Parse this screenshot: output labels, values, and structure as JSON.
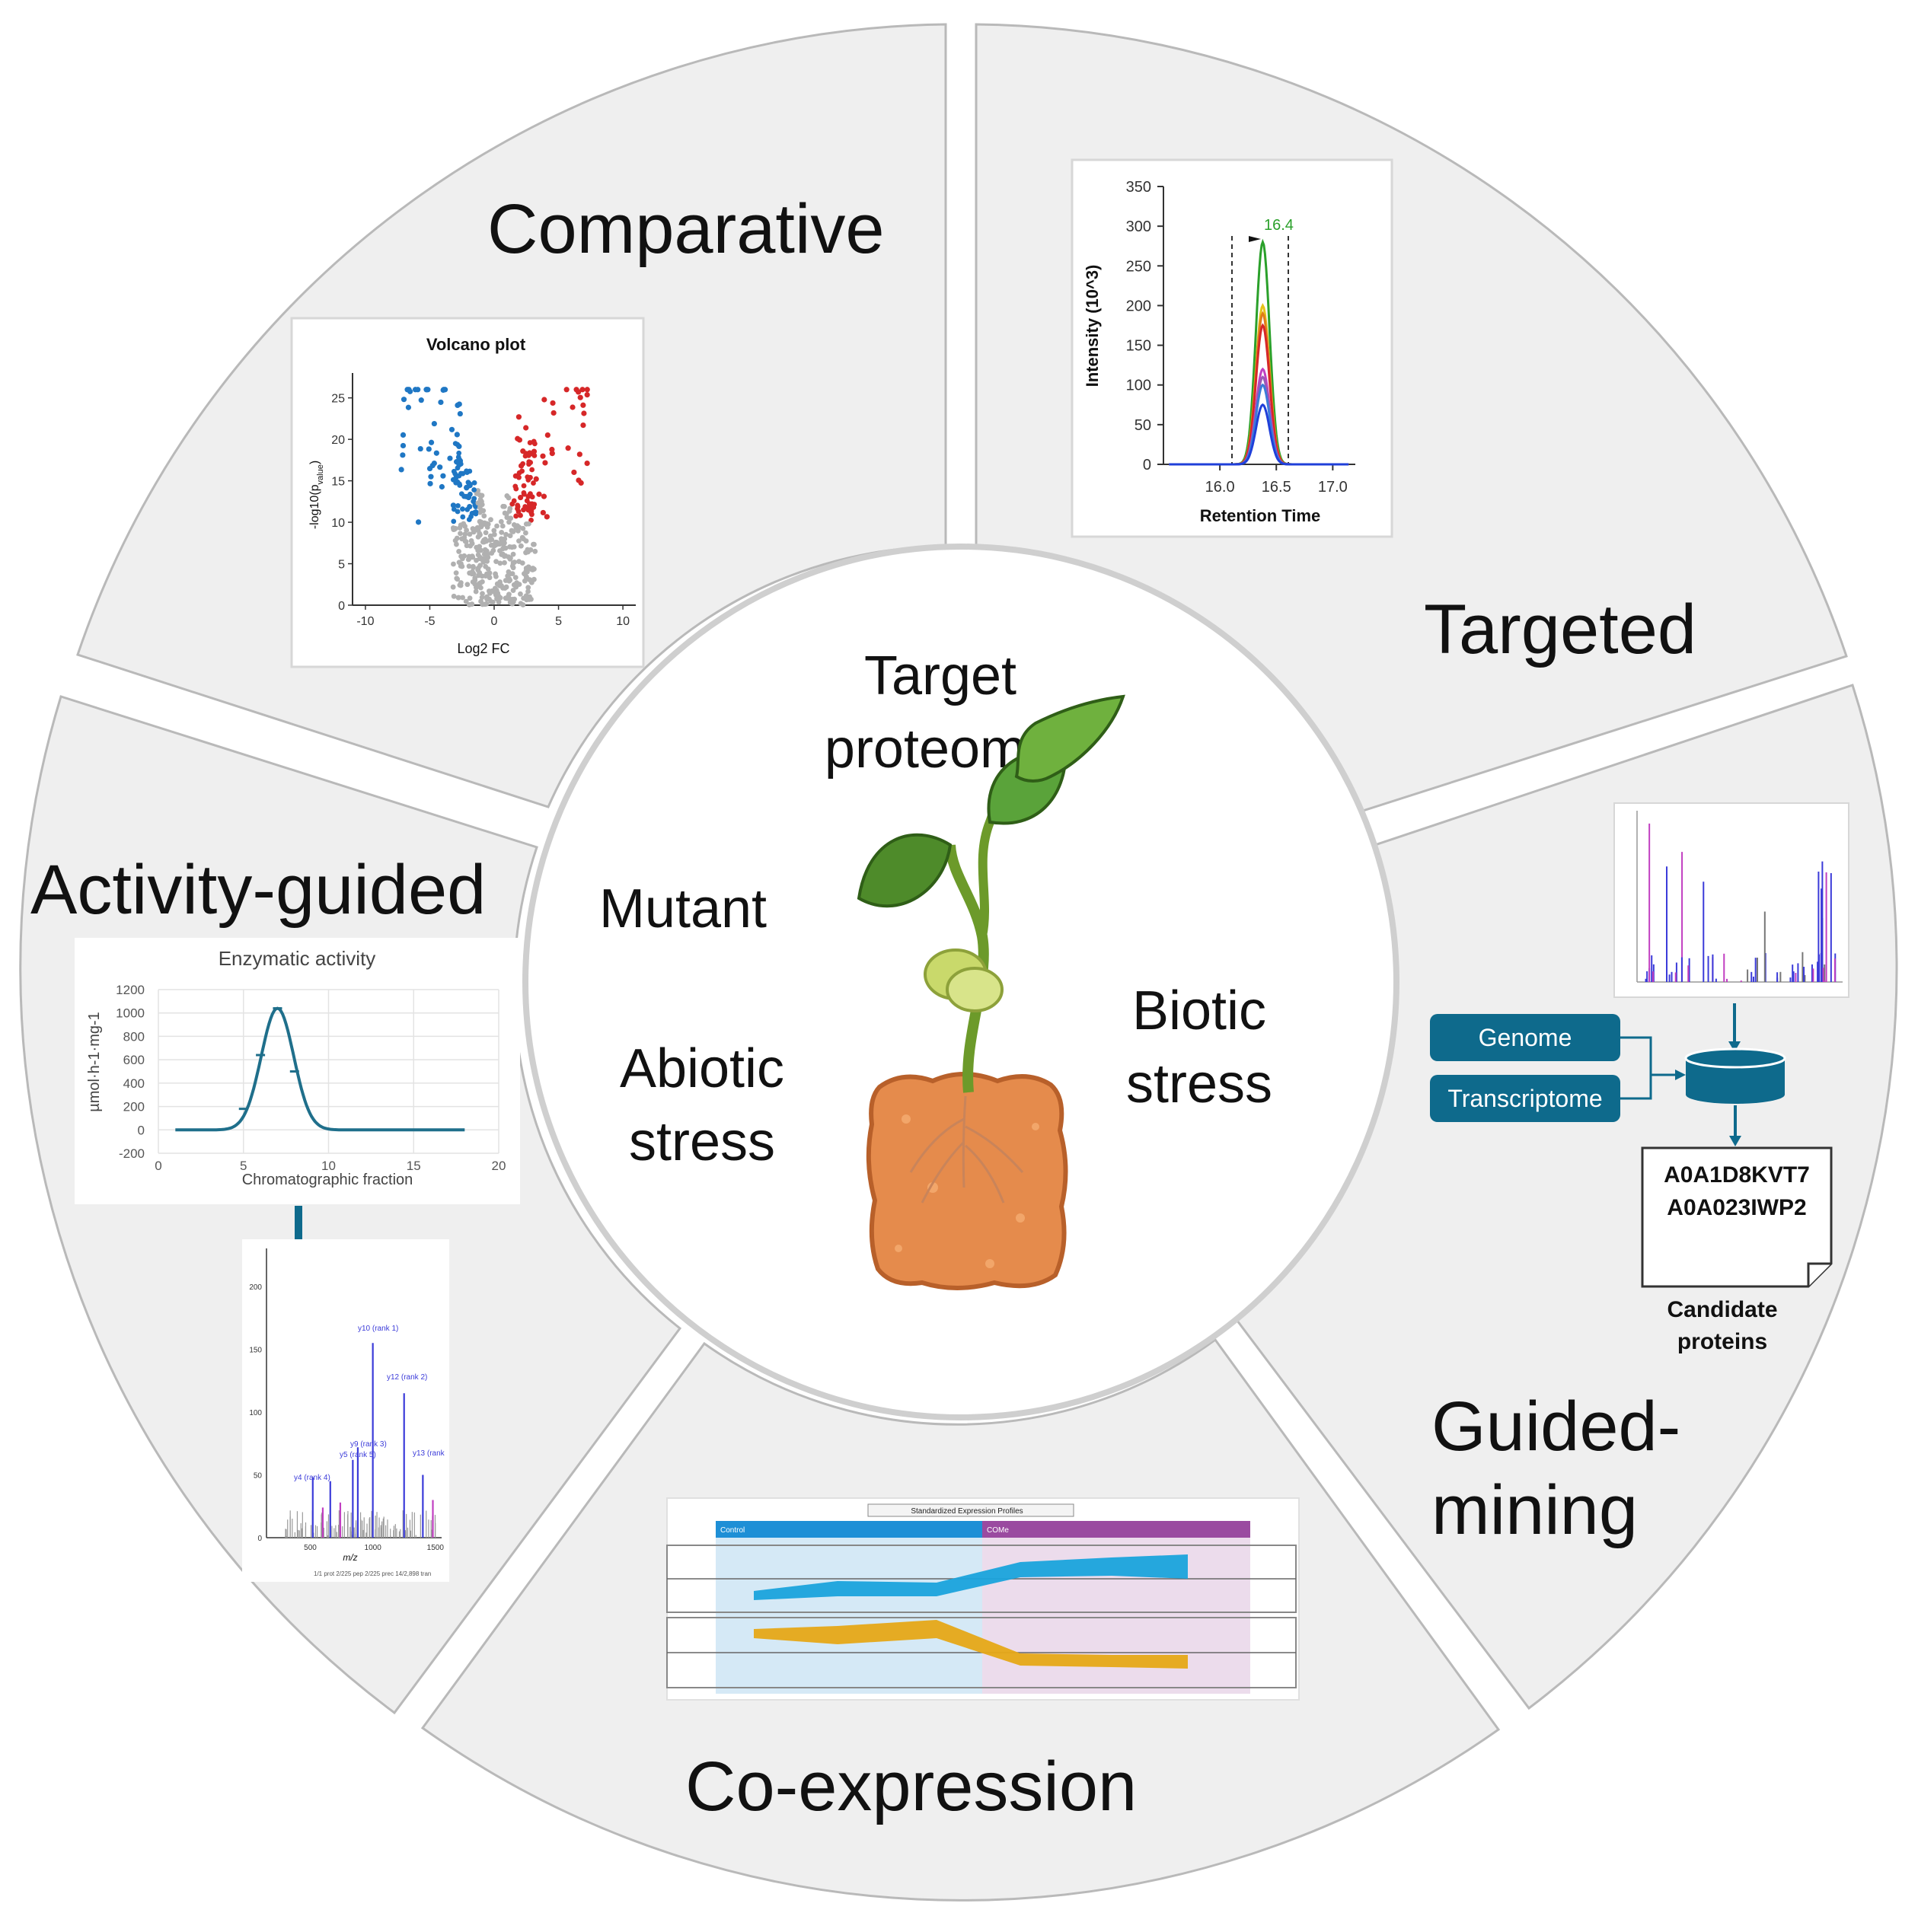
{
  "segments": {
    "comparative": "Comparative",
    "targeted": "Targeted",
    "guided_mining": [
      "Guided-",
      "mining"
    ],
    "co_expression": "Co-expression",
    "activity_guided": "Activity-guided"
  },
  "center": {
    "top": [
      "Target",
      "proteome"
    ],
    "mutant": "Mutant",
    "abiotic": [
      "Abiotic",
      "stress"
    ],
    "biotic": [
      "Biotic",
      "stress"
    ]
  },
  "volcano": {
    "title": "Volcano plot",
    "xlabel": "Log2 FC",
    "ylabel": "-log10(p",
    "ylabel_sub": "value",
    "ylabel_end": ")",
    "xticks": [
      "-10",
      "-5",
      "0",
      "5",
      "10"
    ],
    "yticks": [
      "0",
      "5",
      "10",
      "15",
      "20",
      "25"
    ],
    "colors": {
      "down": "#1f77c4",
      "up": "#d62728",
      "ns": "#b0b0b0"
    }
  },
  "srm": {
    "xlabel": "Retention Time",
    "ylabel": "Intensity (10^3)",
    "yticks": [
      "0",
      "50",
      "100",
      "150",
      "200",
      "250",
      "300",
      "350"
    ],
    "xticks": [
      "16.0",
      "16.5",
      "17.0"
    ],
    "peak_label": "16.4",
    "peak_color": "#2aa02a"
  },
  "enzyme": {
    "title": "Enzymatic activity",
    "xlabel": "Chromatographic fraction",
    "ylabel": "µmol·h-1·mg-1",
    "yticks": [
      "-200",
      "0",
      "200",
      "400",
      "600",
      "800",
      "1000",
      "1200"
    ],
    "xticks": [
      "0",
      "5",
      "10",
      "15",
      "20"
    ],
    "color": "#1f6f8b"
  },
  "msms": {
    "xlabel": "m/z",
    "yticks": [
      "0",
      "50",
      "100",
      "150",
      "200"
    ],
    "xticks": [
      "500",
      "1000",
      "1500"
    ],
    "annotations": [
      "y10 (rank 1)",
      "y12 (rank 2)",
      "y9 (rank 3)",
      "y5 (rank 5)",
      "y4 (rank 4)",
      "y13 (rank"
    ],
    "footer": "1/1 prot 2/225 pep 2/225 prec 14/2,898 tran"
  },
  "guided": {
    "genome": "Genome",
    "transcriptome": "Transcriptome",
    "candidates": [
      "A0A1D8KVT7",
      "A0A023IWP2"
    ],
    "candidate_caption": [
      "Candidate",
      "proteins"
    ],
    "box_color": "#0e6a8c"
  },
  "coexpr": {
    "dropdown": "Standardized Expression Profiles",
    "group1": "Control",
    "group2": "COMe",
    "color_top": "#1aa3dc",
    "color_bottom": "#e6a817"
  }
}
